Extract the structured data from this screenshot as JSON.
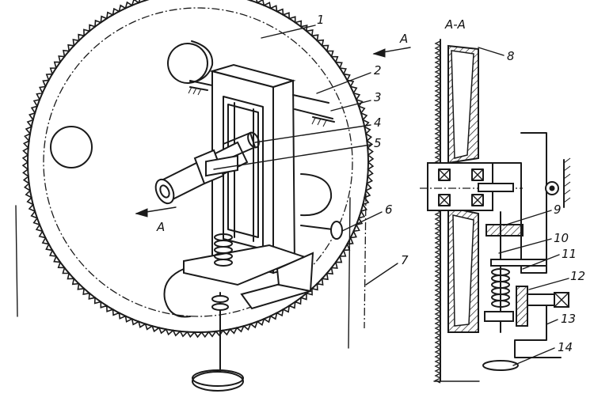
{
  "figure": {
    "section_title": "A-A",
    "view_marker_top": "A",
    "view_marker_bottom": "A",
    "callouts": [
      {
        "id": "1",
        "text": "1"
      },
      {
        "id": "2",
        "text": "2"
      },
      {
        "id": "3",
        "text": "3"
      },
      {
        "id": "4",
        "text": "4"
      },
      {
        "id": "5",
        "text": "5"
      },
      {
        "id": "6",
        "text": "6"
      },
      {
        "id": "7",
        "text": "7"
      },
      {
        "id": "8",
        "text": "8"
      },
      {
        "id": "9",
        "text": "9"
      },
      {
        "id": "10",
        "text": "10"
      },
      {
        "id": "11",
        "text": "11"
      },
      {
        "id": "12",
        "text": "12"
      },
      {
        "id": "13",
        "text": "13"
      },
      {
        "id": "14",
        "text": "14"
      }
    ]
  }
}
